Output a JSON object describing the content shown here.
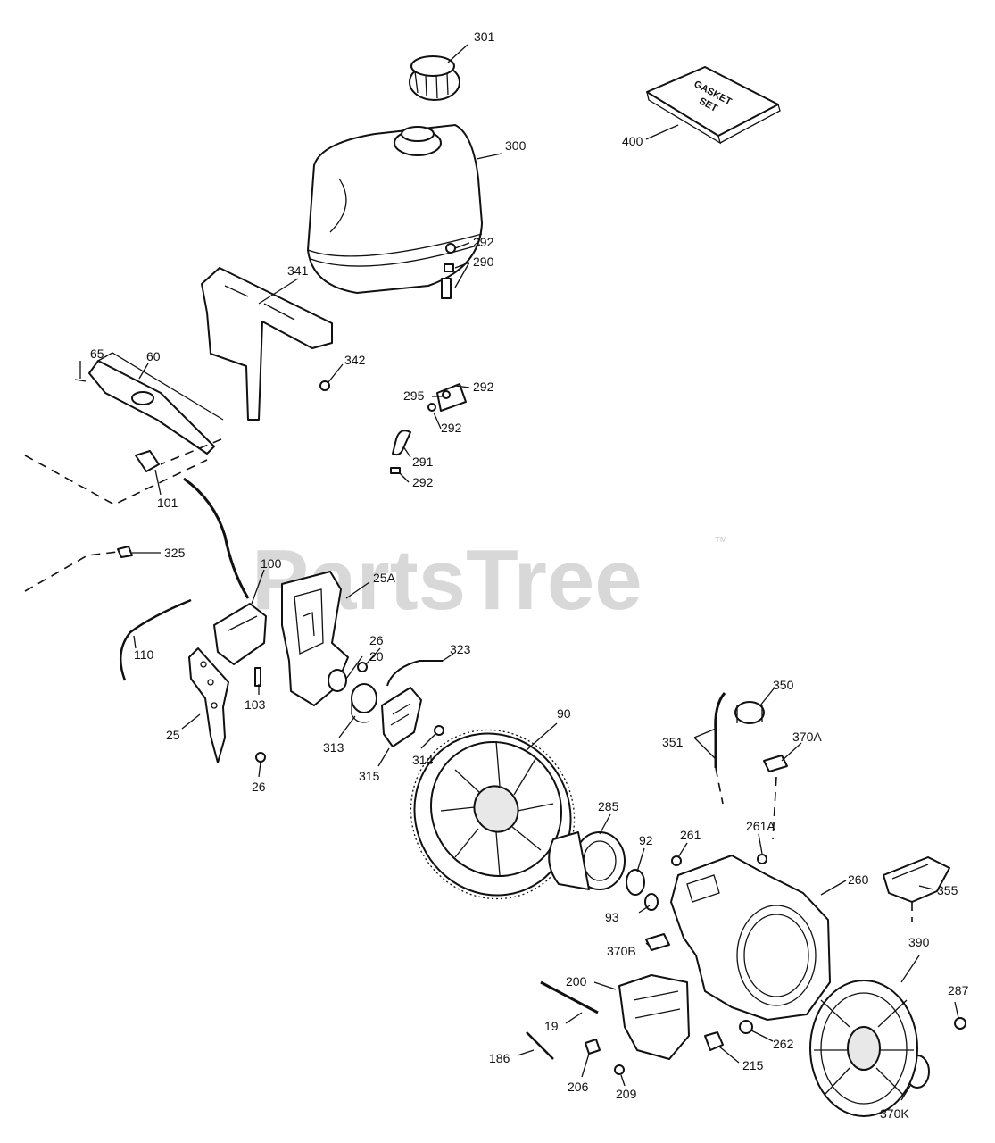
{
  "watermark": {
    "text": "PartsTree",
    "trademark": "™"
  },
  "gasket_box": {
    "line1": "GASKET",
    "line2": "SET"
  },
  "labels": {
    "p301": "301",
    "p300": "300",
    "p400": "400",
    "p65": "65",
    "p60": "60",
    "p341": "341",
    "p342": "342",
    "p292a": "292",
    "p290": "290",
    "p292b": "292",
    "p295": "295",
    "p292c": "292",
    "p291": "291",
    "p292d": "292",
    "p101": "101",
    "p325": "325",
    "p100": "100",
    "p25A": "25A",
    "p110": "110",
    "p26a": "26",
    "p20": "20",
    "p323": "323",
    "p103": "103",
    "p25": "25",
    "p313": "313",
    "p315": "315",
    "p314": "314",
    "p26b": "26",
    "p90": "90",
    "p350": "350",
    "p351": "351",
    "p370A": "370A",
    "p285": "285",
    "p92": "92",
    "p261": "261",
    "p261A": "261A",
    "p260": "260",
    "p355": "355",
    "p93": "93",
    "p370B": "370B",
    "p390": "390",
    "p200": "200",
    "p287": "287",
    "p19": "19",
    "p262": "262",
    "p186": "186",
    "p215": "215",
    "p206": "206",
    "p209": "209",
    "p370K": "370K"
  }
}
